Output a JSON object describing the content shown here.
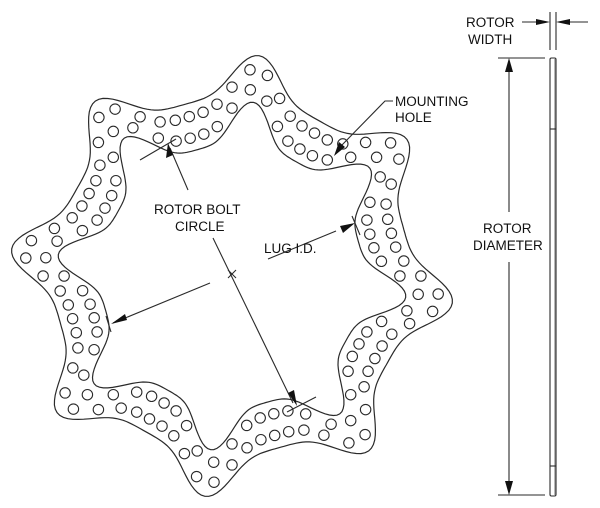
{
  "diagram": {
    "title": "Rotor dimension drawing",
    "rotor": {
      "lobes": 8,
      "hole_rows": 2
    },
    "labels": {
      "rotor_width_line1": "ROTOR",
      "rotor_width_line2": "WIDTH",
      "mounting_hole_line1": "MOUNTING",
      "mounting_hole_line2": "HOLE",
      "bolt_circle_line1": "ROTOR BOLT",
      "bolt_circle_line2": "CIRCLE",
      "lug_id": "LUG I.D.",
      "rotor_diameter_line1": "ROTOR",
      "rotor_diameter_line2": "DIAMETER"
    }
  }
}
